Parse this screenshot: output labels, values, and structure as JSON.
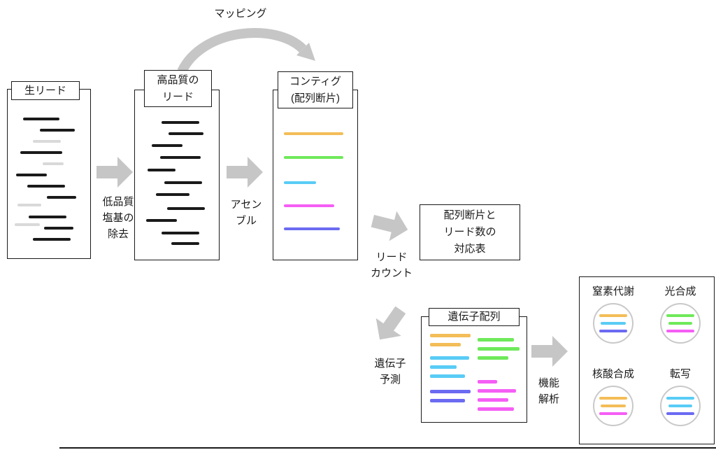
{
  "colors": {
    "dark": "#1a1a1a",
    "light": "#d9d9d9",
    "orange": "#f3bd57",
    "green": "#6fe95a",
    "cyan": "#59ccf6",
    "magenta": "#f55ef5",
    "blue": "#6b6bf2",
    "arrow": "#c6c6c6",
    "circle_border": "#c9c9c9"
  },
  "labels": {
    "mapping": "マッピング",
    "quality_trim": "低品質\n塩基の\n除去",
    "assemble": "アセン\nブル",
    "read_count": "リード\nカウント",
    "gene_prediction": "遺伝子\n予測",
    "functional_analysis": "機能\n解析"
  },
  "boxes": {
    "raw_reads": {
      "title": "生リード",
      "lines": [
        {
          "t": 40,
          "l": 22,
          "w": 52,
          "c": "dark"
        },
        {
          "t": 56,
          "l": 46,
          "w": 50,
          "c": "dark"
        },
        {
          "t": 72,
          "l": 36,
          "w": 40,
          "c": "light"
        },
        {
          "t": 88,
          "l": 18,
          "w": 60,
          "c": "dark"
        },
        {
          "t": 104,
          "l": 50,
          "w": 30,
          "c": "light"
        },
        {
          "t": 120,
          "l": 12,
          "w": 44,
          "c": "dark"
        },
        {
          "t": 136,
          "l": 28,
          "w": 54,
          "c": "dark"
        },
        {
          "t": 152,
          "l": 56,
          "w": 42,
          "c": "dark"
        },
        {
          "t": 163,
          "l": 14,
          "w": 34,
          "c": "light"
        },
        {
          "t": 180,
          "l": 30,
          "w": 54,
          "c": "dark"
        },
        {
          "t": 191,
          "l": 10,
          "w": 36,
          "c": "light"
        },
        {
          "t": 196,
          "l": 52,
          "w": 42,
          "c": "dark"
        },
        {
          "t": 212,
          "l": 36,
          "w": 54,
          "c": "dark"
        }
      ]
    },
    "hq_reads": {
      "title": "高品質の\nリード",
      "lines": [
        {
          "t": 44,
          "l": 38,
          "w": 54,
          "c": "dark"
        },
        {
          "t": 60,
          "l": 48,
          "w": 50,
          "c": "dark"
        },
        {
          "t": 77,
          "l": 24,
          "w": 44,
          "c": "dark"
        },
        {
          "t": 94,
          "l": 36,
          "w": 58,
          "c": "dark"
        },
        {
          "t": 112,
          "l": 18,
          "w": 40,
          "c": "dark"
        },
        {
          "t": 130,
          "l": 42,
          "w": 54,
          "c": "dark"
        },
        {
          "t": 147,
          "l": 30,
          "w": 48,
          "c": "dark"
        },
        {
          "t": 167,
          "l": 46,
          "w": 54,
          "c": "dark"
        },
        {
          "t": 184,
          "l": 16,
          "w": 44,
          "c": "dark"
        },
        {
          "t": 202,
          "l": 38,
          "w": 54,
          "c": "dark"
        },
        {
          "t": 217,
          "l": 52,
          "w": 40,
          "c": "dark"
        }
      ]
    },
    "contigs": {
      "title": "コンティグ\n(配列断片)",
      "lines": [
        {
          "t": 60,
          "l": 15,
          "w": 85,
          "c": "orange"
        },
        {
          "t": 94,
          "l": 15,
          "w": 85,
          "c": "green"
        },
        {
          "t": 130,
          "l": 15,
          "w": 46,
          "c": "cyan"
        },
        {
          "t": 163,
          "l": 15,
          "w": 72,
          "c": "magenta"
        },
        {
          "t": 196,
          "l": 15,
          "w": 80,
          "c": "blue"
        }
      ]
    },
    "count_table": {
      "text": "配列断片と\nリード数の\n対応表"
    },
    "gene_sequences": {
      "title": "遺伝子配列",
      "lines": [
        {
          "t": 24,
          "l": 12,
          "w": 58,
          "c": "orange",
          "h": 5
        },
        {
          "t": 37,
          "l": 12,
          "w": 44,
          "c": "orange",
          "h": 5
        },
        {
          "t": 56,
          "l": 12,
          "w": 56,
          "c": "cyan",
          "h": 5
        },
        {
          "t": 69,
          "l": 12,
          "w": 38,
          "c": "cyan",
          "h": 5
        },
        {
          "t": 82,
          "l": 12,
          "w": 50,
          "c": "cyan",
          "h": 5
        },
        {
          "t": 104,
          "l": 12,
          "w": 58,
          "c": "blue",
          "h": 5
        },
        {
          "t": 117,
          "l": 12,
          "w": 50,
          "c": "blue",
          "h": 5
        },
        {
          "t": 30,
          "l": 80,
          "w": 52,
          "c": "green",
          "h": 5
        },
        {
          "t": 43,
          "l": 80,
          "w": 60,
          "c": "green",
          "h": 5
        },
        {
          "t": 56,
          "l": 80,
          "w": 44,
          "c": "green",
          "h": 5
        },
        {
          "t": 90,
          "l": 80,
          "w": 28,
          "c": "magenta",
          "h": 5
        },
        {
          "t": 103,
          "l": 80,
          "w": 55,
          "c": "magenta",
          "h": 5
        },
        {
          "t": 116,
          "l": 80,
          "w": 44,
          "c": "magenta",
          "h": 5
        },
        {
          "t": 129,
          "l": 80,
          "w": 52,
          "c": "magenta",
          "h": 5
        }
      ]
    },
    "functions": {
      "categories": [
        {
          "label": "窒素代謝",
          "lines": [
            {
              "c": "orange",
              "w": 40
            },
            {
              "c": "cyan",
              "w": 36
            },
            {
              "c": "blue",
              "w": 40
            }
          ]
        },
        {
          "label": "光合成",
          "lines": [
            {
              "c": "green",
              "w": 40
            },
            {
              "c": "green",
              "w": 34
            },
            {
              "c": "magenta",
              "w": 40
            }
          ]
        },
        {
          "label": "核酸合成",
          "lines": [
            {
              "c": "orange",
              "w": 40
            },
            {
              "c": "orange",
              "w": 36
            },
            {
              "c": "magenta",
              "w": 40
            }
          ]
        },
        {
          "label": "転写",
          "lines": [
            {
              "c": "cyan",
              "w": 40
            },
            {
              "c": "cyan",
              "w": 34
            },
            {
              "c": "blue",
              "w": 40
            }
          ]
        }
      ]
    }
  }
}
